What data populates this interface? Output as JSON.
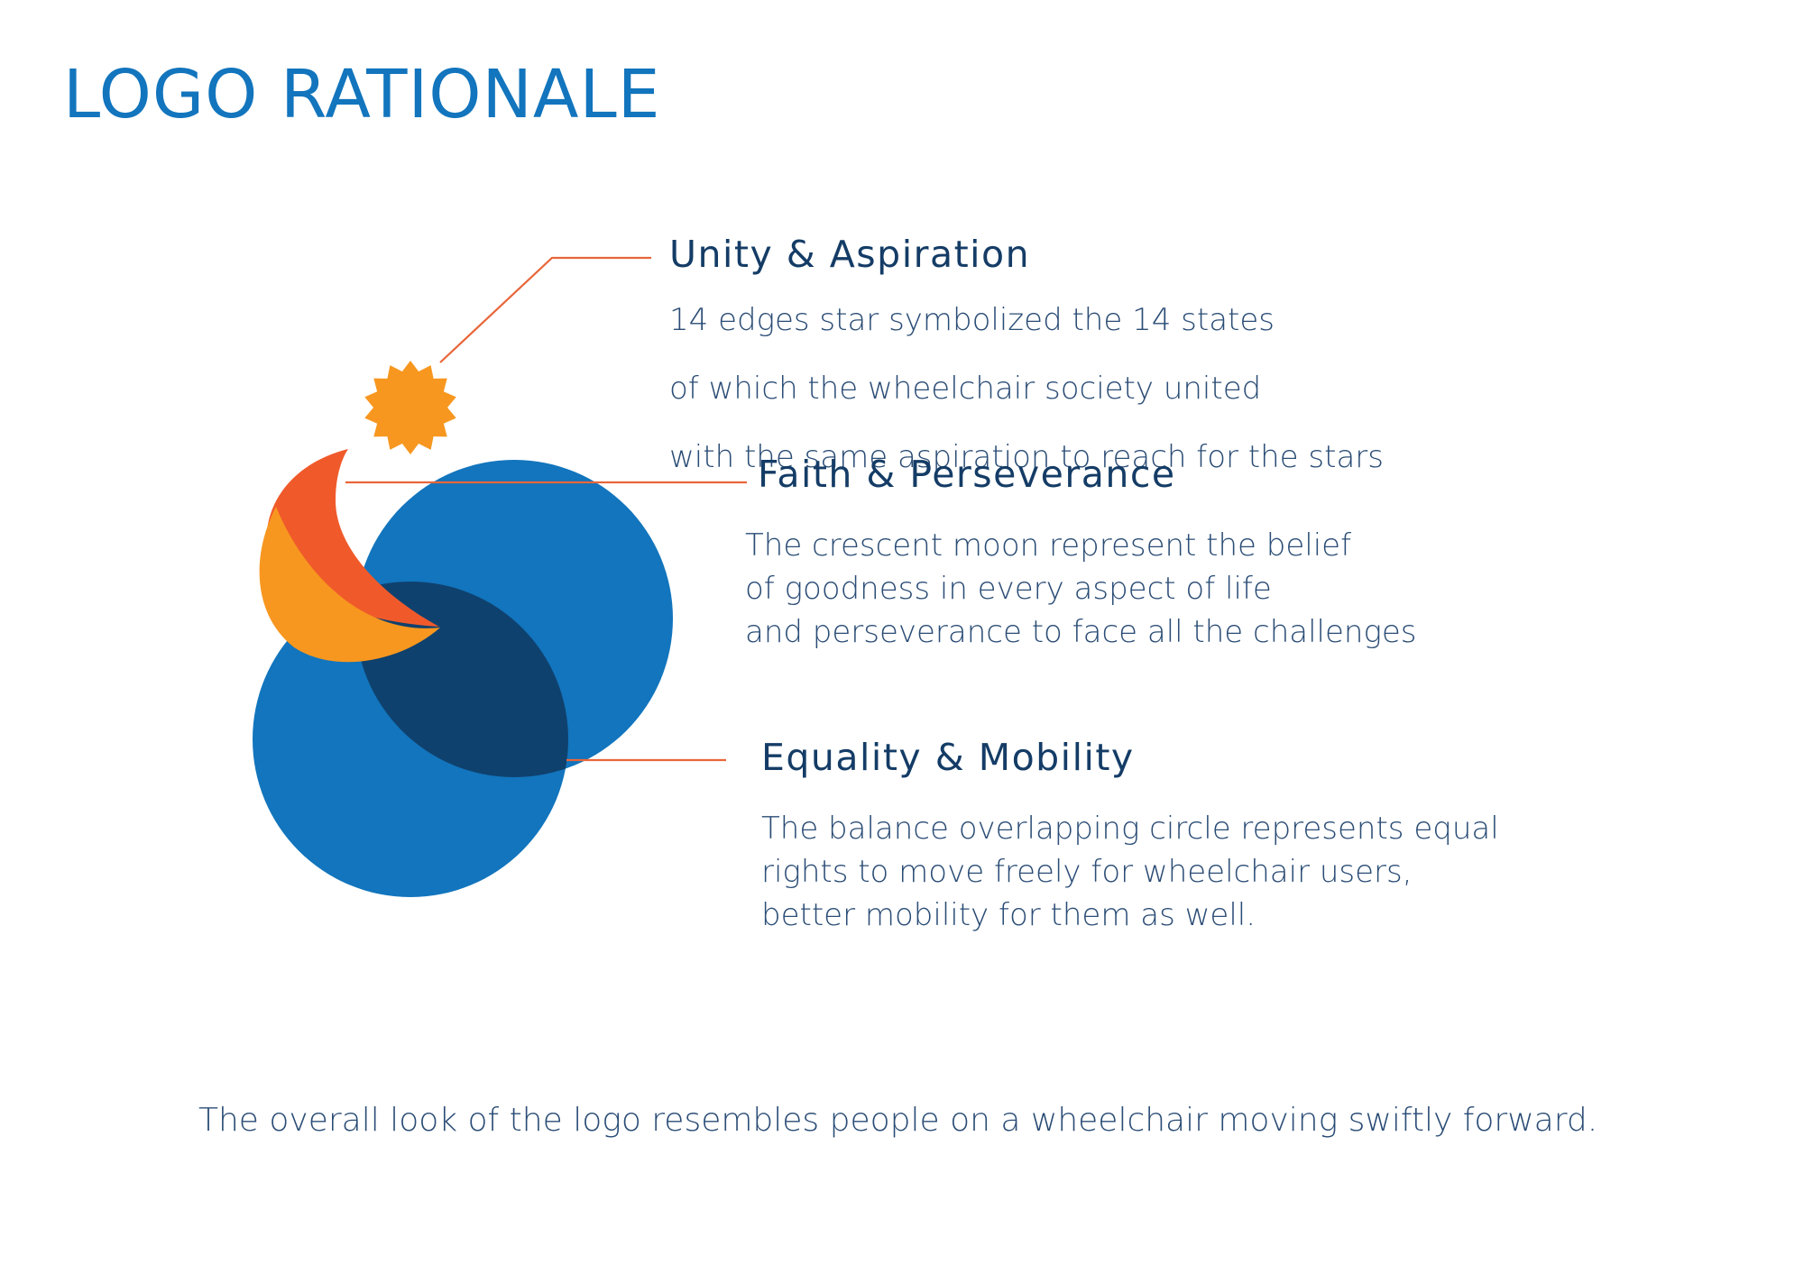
{
  "title": "LOGO RATIONALE",
  "colors": {
    "title": "#1275bd",
    "circle_blue": "#1275bd",
    "overlap_navy": "#0f416e",
    "star_orange": "#f7971f",
    "moon_red": "#f05a2b",
    "moon_orange": "#f7971f",
    "leader_line": "#e8663a",
    "heading": "#143c66",
    "body_text": "#2a4c75"
  },
  "sections": [
    {
      "heading": "Unity & Aspiration",
      "lines": [
        "14 edges star symbolized the 14 states",
        "of which the wheelchair society united",
        "with the same aspiration to reach for the stars"
      ]
    },
    {
      "heading": "Faith & Perseverance",
      "lines": [
        "The crescent moon represent the belief",
        "of goodness in every aspect of life",
        "and perseverance to face all the challenges"
      ]
    },
    {
      "heading": "Equality & Mobility",
      "lines": [
        "The balance overlapping circle represents equal",
        "rights to move freely for wheelchair users,",
        "better mobility for them as well."
      ]
    }
  ],
  "footer": "The overall look of the logo resembles people on a wheelchair moving swiftly forward."
}
